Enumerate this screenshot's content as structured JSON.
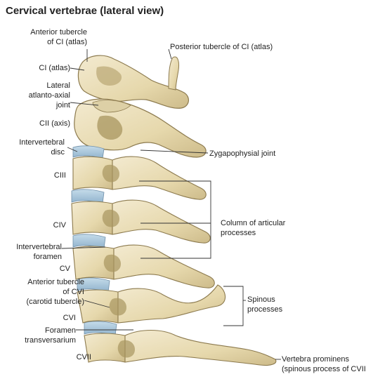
{
  "title": "Cervical vertebrae (lateral view)",
  "colors": {
    "bone": "#e8dcb2",
    "bone_shade": "#c9b88a",
    "bone_dark": "#9c8a5c",
    "disc": "#a9c6dc",
    "line": "#333333"
  },
  "labels": {
    "anterior_tubercle_ci_1": "Anterior tubercle",
    "anterior_tubercle_ci_2": "of CI (atlas)",
    "posterior_tubercle_ci": "Posterior tubercle of CI (atlas)",
    "ci_atlas": "CI (atlas)",
    "lateral_aa_joint_1": "Lateral",
    "lateral_aa_joint_2": "atlanto-axial",
    "lateral_aa_joint_3": "joint",
    "cii_axis": "CII (axis)",
    "intervertebral_disc_1": "Intervertebral",
    "intervertebral_disc_2": "disc",
    "zygapophysial_joint": "Zygapophysial joint",
    "ciii": "CIII",
    "column_articular_1": "Column of articular",
    "column_articular_2": "processes",
    "civ": "CIV",
    "intervertebral_foramen_1": "Intervertebral",
    "intervertebral_foramen_2": "foramen",
    "cv": "CV",
    "anterior_tubercle_cvi_1": "Anterior tubercle",
    "anterior_tubercle_cvi_2": "of CVI",
    "anterior_tubercle_cvi_3": "(carotid tubercle)",
    "spinous_processes_1": "Spinous",
    "spinous_processes_2": "processes",
    "cvi": "CVI",
    "foramen_transversarium_1": "Foramen",
    "foramen_transversarium_2": "transversarium",
    "cvii": "CVII",
    "vertebra_prominens_1": "Vertebra prominens",
    "vertebra_prominens_2": "(spinous process of CVII)"
  }
}
